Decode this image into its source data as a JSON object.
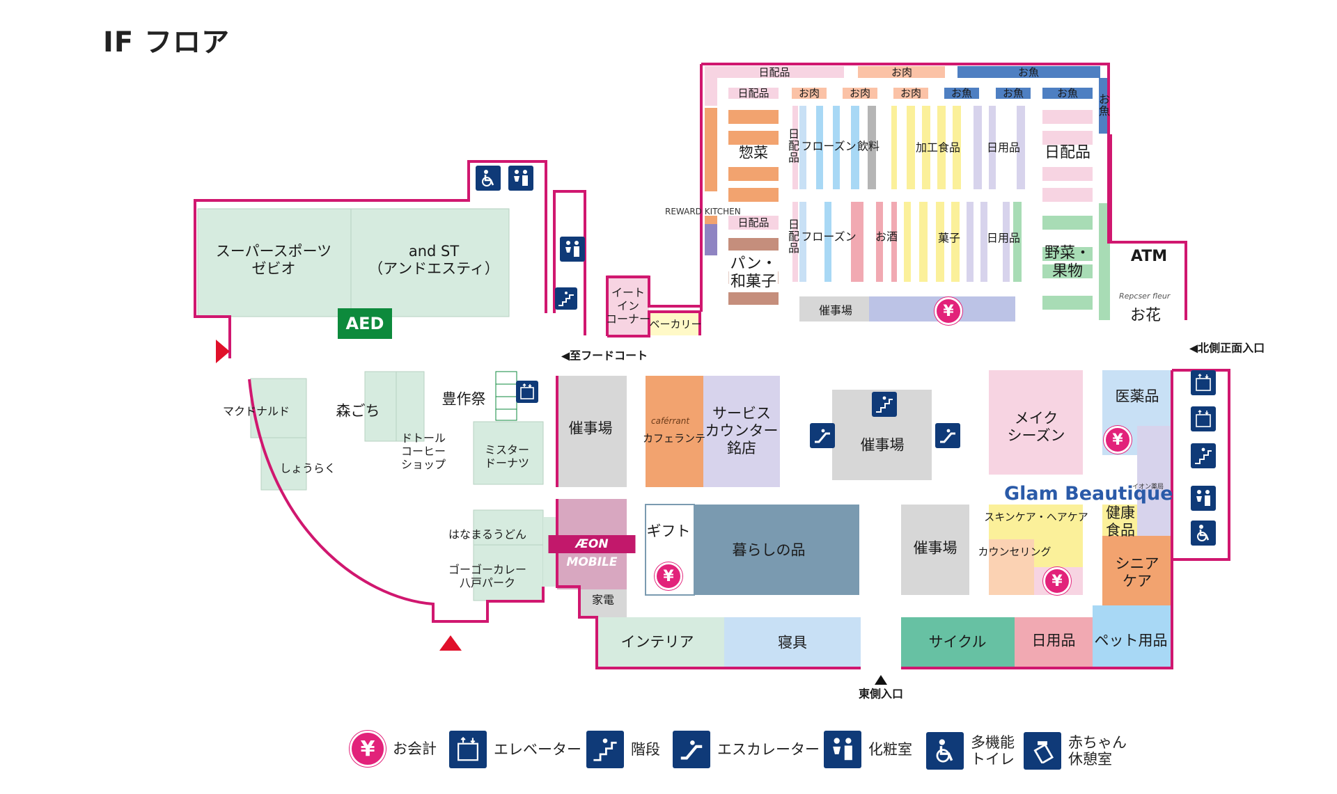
{
  "floor_title": "IF フロア",
  "colors": {
    "wall": "#d0176f",
    "shop_green": "#d6ebdf",
    "event_gray": "#d7d7d7",
    "pink": "#f7d4e2",
    "lavender": "#d7d3ec",
    "orange": "#f2a36f",
    "slate": "#7a9ab0",
    "light_blue": "#c8e0f5",
    "yellow": "#fbf09a",
    "teal": "#67c1a3",
    "salmon": "#f1a9b2",
    "sky": "#a8d8f5",
    "peach": "#fbd2b3",
    "icon_navy": "#0f3a78",
    "yen_pink": "#e2227a",
    "entrance_red": "#e0102a",
    "aed_green": "#0d8a3c"
  },
  "labels": {
    "nichiyohin": "日配品",
    "oniku": "お肉",
    "osakana": "お魚",
    "osakana_v": "お魚",
    "souzai": "惣菜",
    "nichiyohin_v": "日配品",
    "frozen": "フローズン",
    "inryo": "飲料",
    "kakou": "加工食品",
    "nichiyou": "日用品",
    "osake": "お酒",
    "kashi": "菓子",
    "pan": "パン・\n和菓子",
    "yasai": "野菜・\n果物",
    "saiji": "催事場",
    "atm": "ATM",
    "ohana": "お花",
    "eatin": "イート\nイン\nコーナー",
    "bakery": "ベーカリー",
    "to_foodcourt": "◀至フードコート",
    "north_entrance": "◀北側正面入口",
    "east_entrance": "東側入口",
    "supersports": "スーパースポーツ\nゼビオ",
    "andst": "and ST\n（アンドエスティ）",
    "mcdonalds": "マクドナルド",
    "shourakuu": "しょうらく",
    "morigochi": "森ごち",
    "doutor": "ドトール\nコーヒー\nショップ",
    "hosakusai": "豊作祭",
    "misdo": "ミスター\nドーナツ",
    "hanamaru": "はなまるうどん",
    "gogo": "ゴーゴーカレー\n八戸パーク",
    "kaden": "家電",
    "interior": "インテリア",
    "shingu": "寝具",
    "cafelante": "カフェランテ",
    "service": "サービス\nカウンター\n銘店",
    "gift": "ギフト",
    "kurashi": "暮らしの品",
    "make": "メイク\nシーズン",
    "iyaku": "医薬品",
    "skincare": "スキンケア・ヘアケア",
    "counseling": "カウンセリング",
    "kenko": "健康\n食品",
    "senior": "シニア\nケア",
    "cycle": "サイクル",
    "pet": "ペット用品",
    "glam": "Glam Beautique",
    "cafferant": "caférrant",
    "reward_kitchen": "REWARD KITCHEN",
    "repcser": "Repcser fleur",
    "aeon_yakkyoku": "イオン薬局",
    "aed": "AED",
    "aeon_mobile": "ÆON MOBILE",
    "yen": "¥"
  },
  "legend": [
    {
      "icon": "yen-icon",
      "label": "お会計"
    },
    {
      "icon": "elevator-icon",
      "label": "エレベーター"
    },
    {
      "icon": "stairs-icon",
      "label": "階段"
    },
    {
      "icon": "escalator-icon",
      "label": "エスカレーター"
    },
    {
      "icon": "restroom-icon",
      "label": "化粧室"
    },
    {
      "icon": "accessible-toilet-icon",
      "label": "多機能\nトイレ"
    },
    {
      "icon": "baby-room-icon",
      "label": "赤ちゃん\n休憩室"
    }
  ]
}
